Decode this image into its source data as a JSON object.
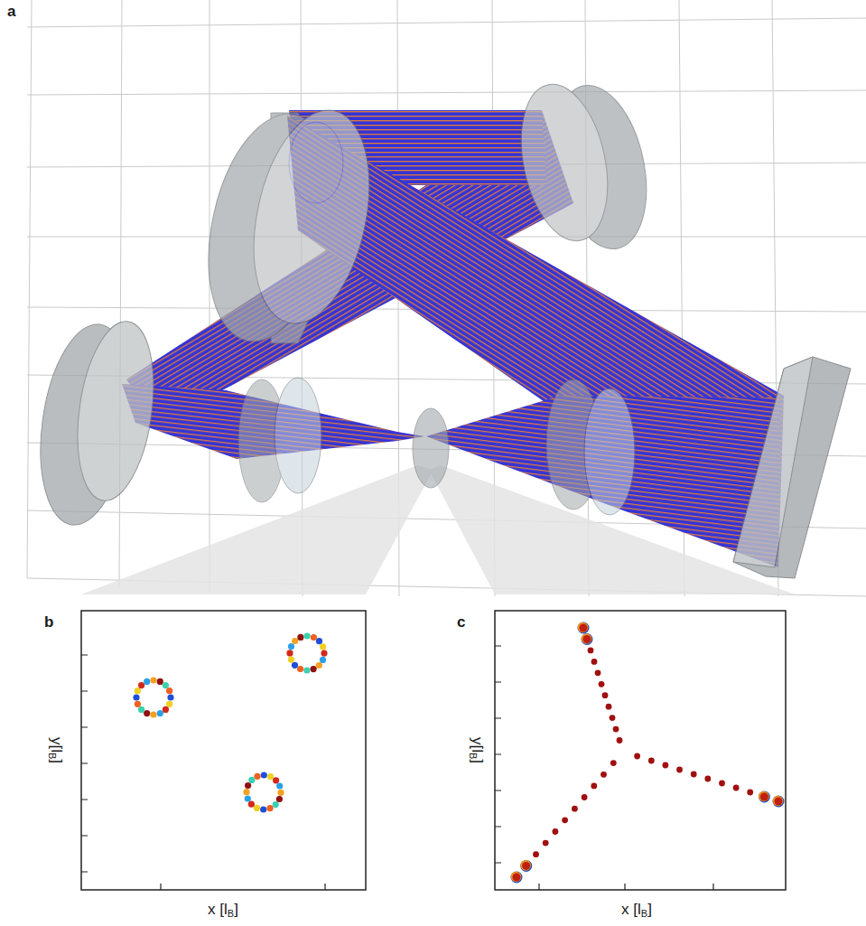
{
  "diagram": {
    "labels": [
      "a",
      "b",
      "c",
      "x [lB]",
      "y[lB]",
      "x [lB]",
      "y[lB]"
    ]
  }
}
